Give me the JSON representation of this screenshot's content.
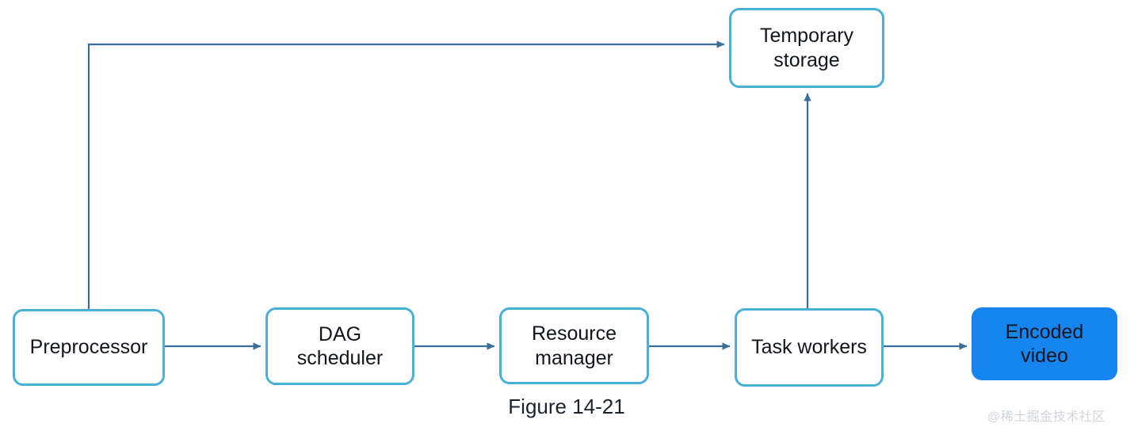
{
  "figure": {
    "caption": "Figure 14-21",
    "watermark": "@稀土掘金技术社区",
    "background_color": "#ffffff",
    "outline_color": "#4aafd7",
    "fill_color": "#1785f0",
    "edge_color": "#3a6e96",
    "text_color": "#12161c"
  },
  "nodes": {
    "temporary_storage": {
      "label": "Temporary\nstorage",
      "style": "outlined"
    },
    "preprocessor": {
      "label": "Preprocessor",
      "style": "outlined"
    },
    "dag_scheduler": {
      "label": "DAG\nscheduler",
      "style": "outlined"
    },
    "resource_manager": {
      "label": "Resource\nmanager",
      "style": "outlined"
    },
    "task_workers": {
      "label": "Task workers",
      "style": "outlined"
    },
    "encoded_video": {
      "label": "Encoded\nvideo",
      "style": "filled"
    }
  },
  "edges": [
    {
      "from": "preprocessor",
      "to": "dag_scheduler",
      "kind": "straight-right"
    },
    {
      "from": "dag_scheduler",
      "to": "resource_manager",
      "kind": "straight-right"
    },
    {
      "from": "resource_manager",
      "to": "task_workers",
      "kind": "straight-right"
    },
    {
      "from": "task_workers",
      "to": "encoded_video",
      "kind": "straight-right"
    },
    {
      "from": "task_workers",
      "to": "temporary_storage",
      "kind": "straight-up"
    },
    {
      "from": "preprocessor",
      "to": "temporary_storage",
      "kind": "elbow-up-right"
    }
  ]
}
